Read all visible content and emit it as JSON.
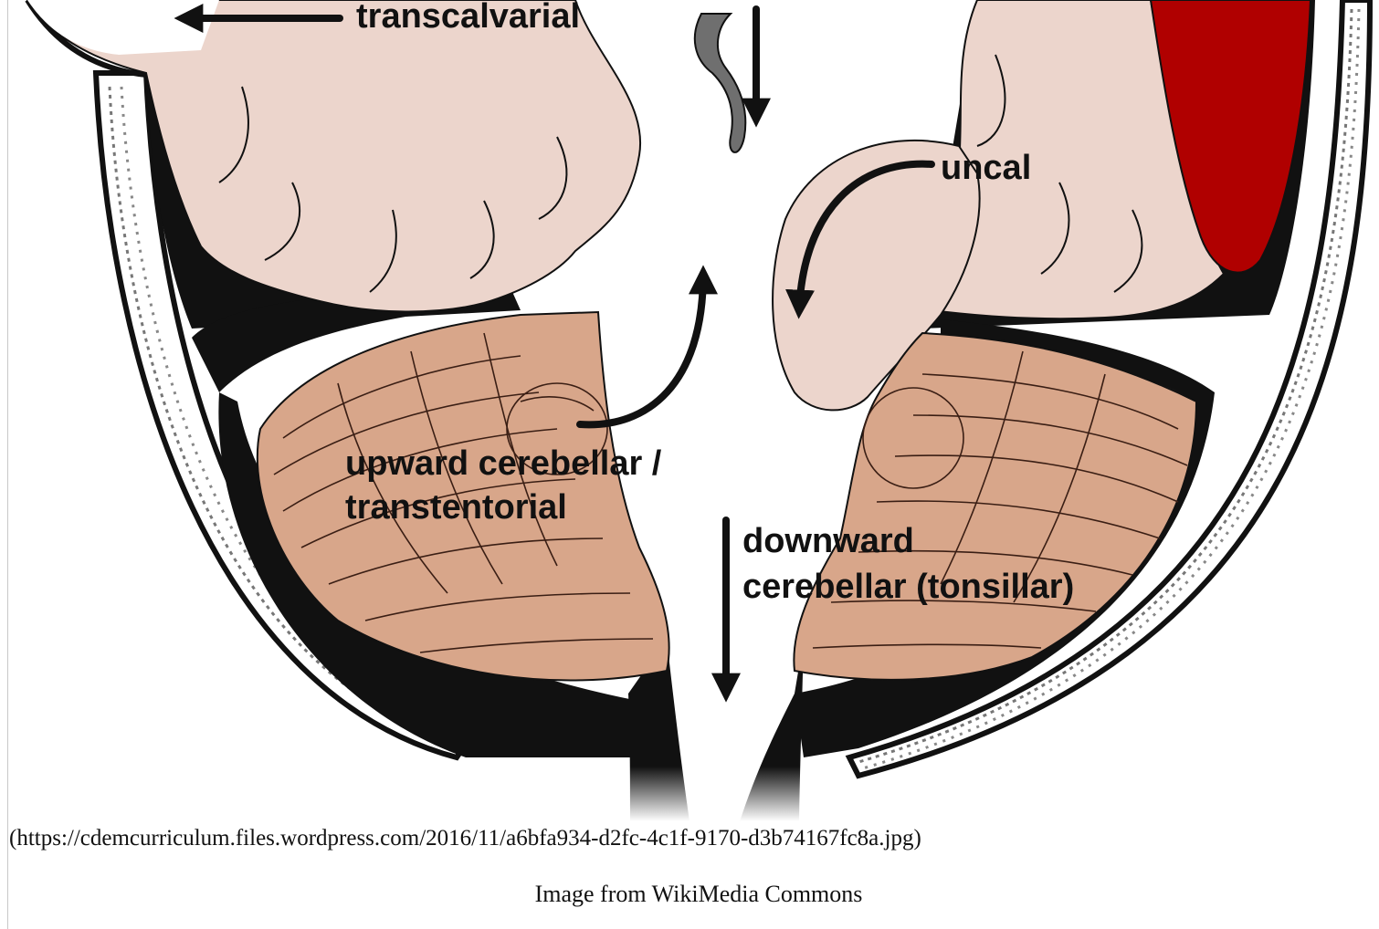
{
  "diagram": {
    "labels": {
      "transcalvarial": "transcalvarial",
      "uncal": "uncal",
      "upward_line1": "upward cerebellar /",
      "upward_line2": "transtentorial",
      "downward_line1": "downward",
      "downward_line2": "cerebellar (tonsillar)"
    },
    "colors": {
      "brain": "#ecd5cc",
      "cerebellum": "#d8a68a",
      "dura": "#111111",
      "hematoma": "#b00000",
      "ventricle": "#6f6f6f"
    }
  },
  "caption": {
    "source": "(https://cdemcurriculum.files.wordpress.com/2016/11/a6bfa934-d2fc-4c1f-9170-d3b74167fc8a.jpg)",
    "credit": "Image from WikiMedia Commons"
  }
}
